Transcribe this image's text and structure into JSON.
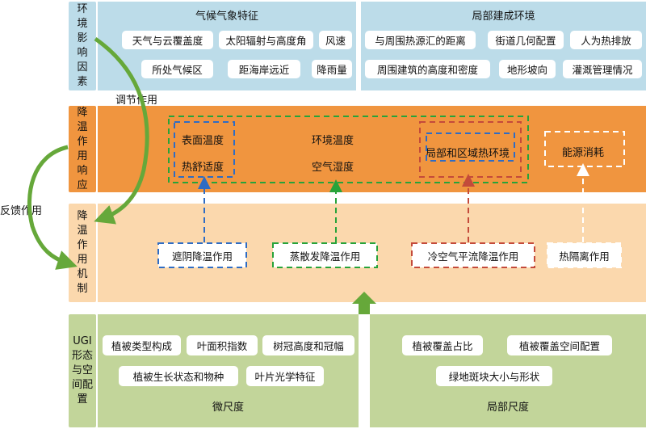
{
  "sections": {
    "env_factors": "环境影响因素",
    "cooling_response": "降温作用响应",
    "cooling_mechanism": "降温作用机制",
    "ugi_form": "UGI形态与空间配置"
  },
  "climate": {
    "title": "气候气象特征",
    "items": [
      "天气与云覆盖度",
      "太阳辐射与高度角",
      "风速",
      "所处气候区",
      "距海岸远近",
      "降雨量"
    ]
  },
  "local_env": {
    "title": "局部建成环境",
    "items": [
      "与周围热源汇的距离",
      "街道几何配置",
      "人为热排放",
      "周围建筑的高度和密度",
      "地形坡向",
      "灌溉管理情况"
    ]
  },
  "response": {
    "surface_temp": "表面温度",
    "thermal_comfort": "热舒适度",
    "env_temp": "环境温度",
    "air_humidity": "空气湿度",
    "local_regional": "局部和区域热环境",
    "energy": "能源消耗"
  },
  "mechanisms": {
    "shading": "遮阴降温作用",
    "evaporation": "蒸散发降温作用",
    "cold_advection": "冷空气平流降温作用",
    "insulation": "热隔离作用"
  },
  "micro": {
    "title": "微尺度",
    "items": [
      "植被类型构成",
      "叶面积指数",
      "树冠高度和冠幅",
      "植被生长状态和物种",
      "叶片光学特征"
    ]
  },
  "local_scale": {
    "title": "局部尺度",
    "items": [
      "植被覆盖占比",
      "植被覆盖空间配置",
      "绿地斑块大小与形状"
    ]
  },
  "arrows": {
    "regulation": "调节作用",
    "feedback": "反馈作用"
  },
  "colors": {
    "blue_panel": "#bcdce9",
    "orange_panel": "#f0953f",
    "peach_panel": "#fbd8ad",
    "green_panel": "#c2d59a",
    "arrow_green": "#66a83a",
    "dash_blue": "#2e6cc4",
    "dash_green": "#27a33a",
    "dash_red": "#c44a3a",
    "dash_white": "#ffffff"
  }
}
